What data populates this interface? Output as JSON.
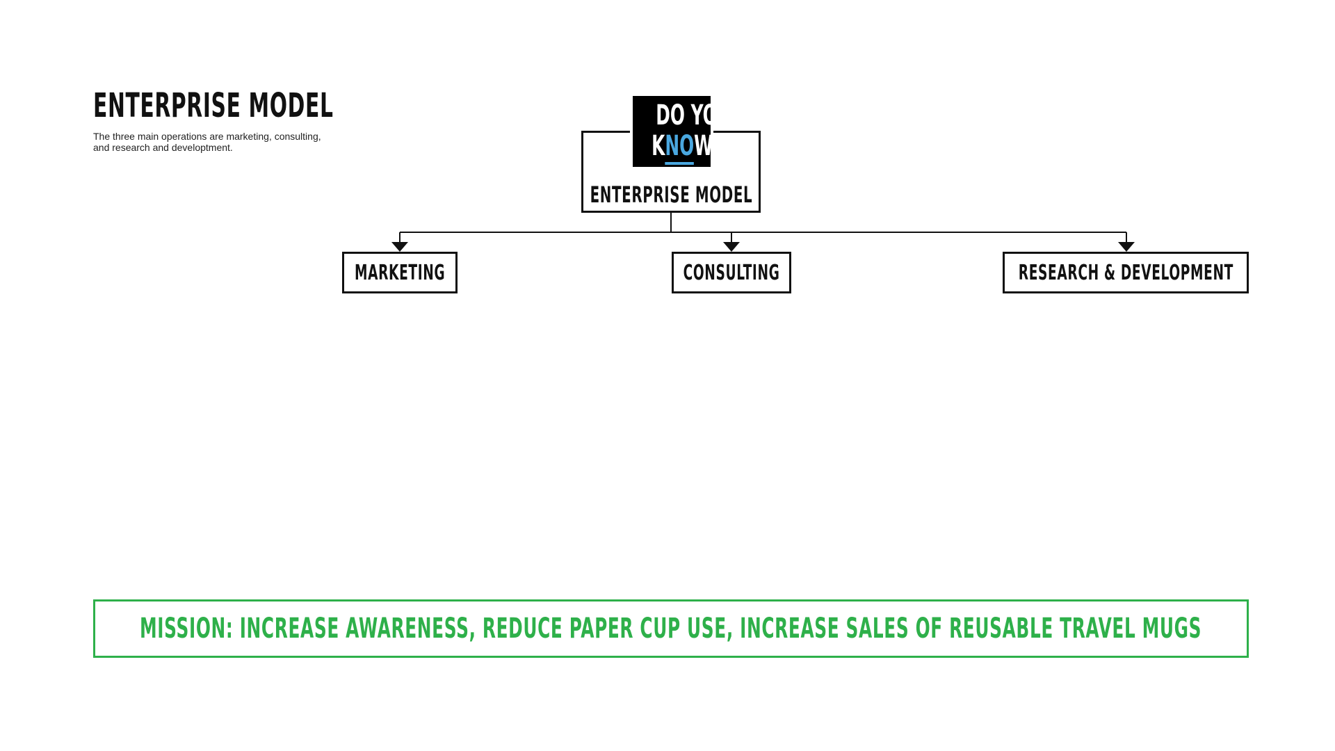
{
  "page": {
    "heading": "ENTERPRISE MODEL",
    "description": "The three main operations are marketing, consulting, and research and developtment."
  },
  "logo": {
    "line1": "DO YOU",
    "line2_pre": "K",
    "line2_highlight": "NO",
    "line2_post": "W",
    "highlight_color": "#4aa8e0"
  },
  "diagram": {
    "root": {
      "label": "ENTERPRISE MODEL"
    },
    "children": [
      {
        "label": "MARKETING"
      },
      {
        "label": "CONSULTING"
      },
      {
        "label": "RESEARCH & DEVELOPMENT"
      }
    ]
  },
  "mission": {
    "text": "MISSION: INCREASE AWARENESS, REDUCE PAPER CUP USE, INCREASE SALES OF REUSABLE TRAVEL MUGS",
    "color": "#2eb04a"
  }
}
